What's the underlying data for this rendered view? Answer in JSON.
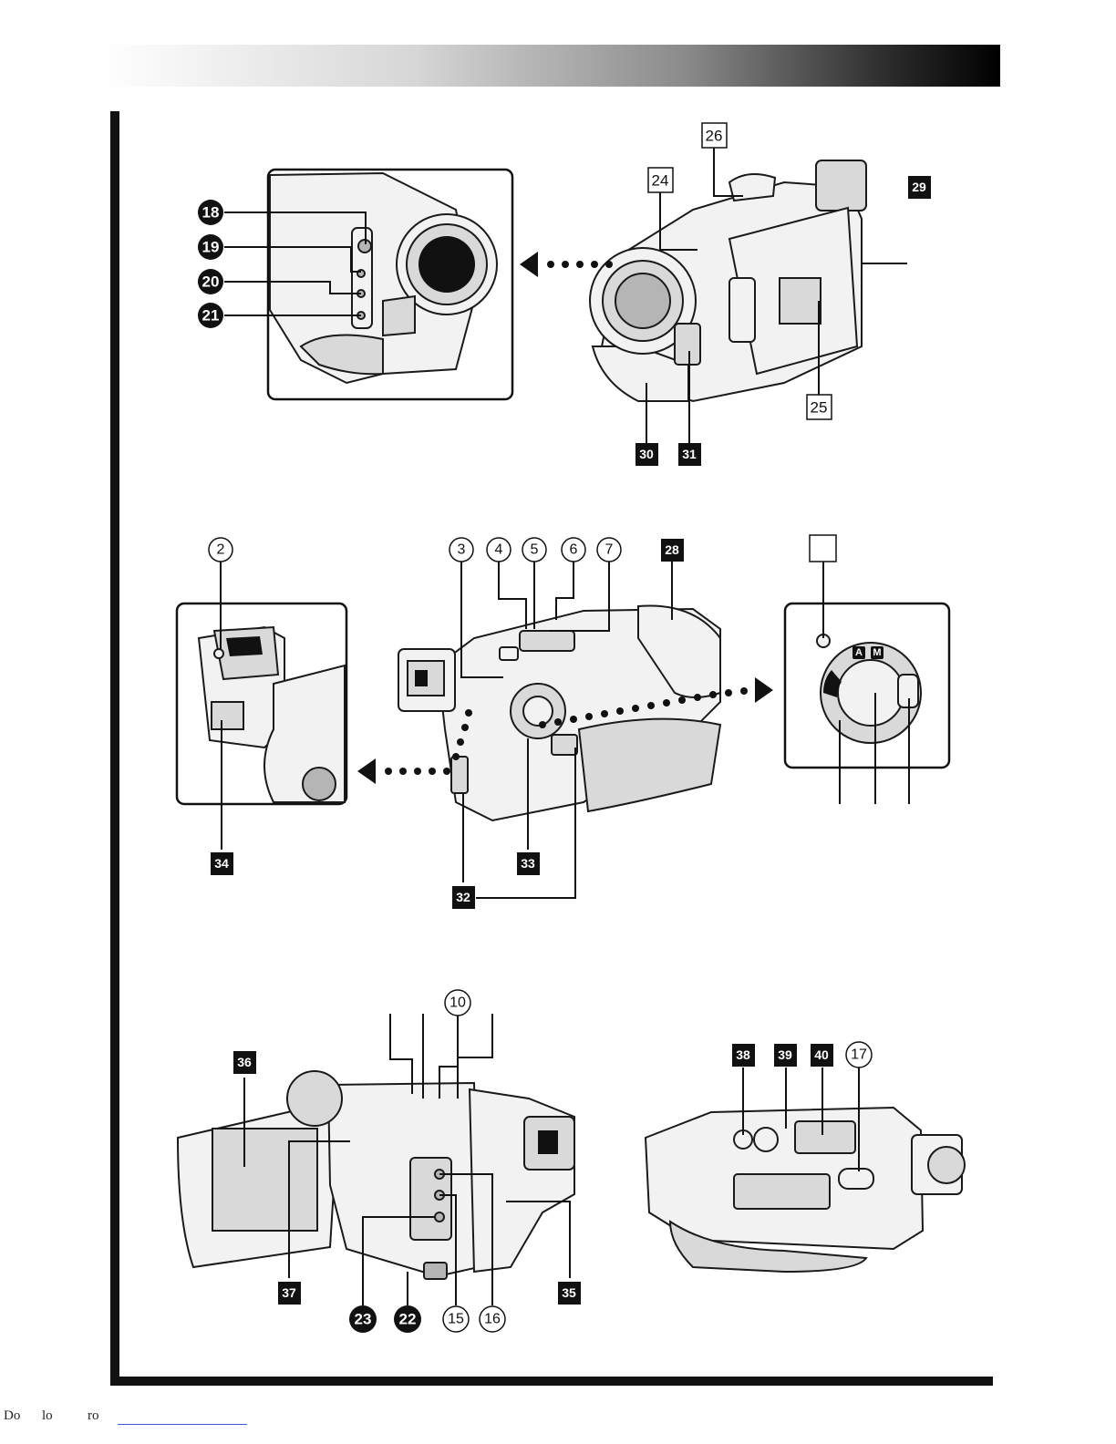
{
  "labels": {
    "c_18": "18",
    "c_19": "19",
    "c_20": "20",
    "c_21": "21",
    "c_22": "22",
    "c_23": "23",
    "s_24": "24",
    "s_25": "25",
    "s_26": "26",
    "b_28": "28",
    "b_29": "29",
    "b_30": "30",
    "b_31": "31",
    "b_32": "32",
    "b_33": "33",
    "b_34": "34",
    "b_35": "35",
    "b_36": "36",
    "b_37": "37",
    "b_38": "38",
    "b_39": "39",
    "b_40": "40",
    "o_2": "2",
    "o_3": "3",
    "o_4": "4",
    "o_5": "5",
    "o_6": "6",
    "o_7": "7",
    "o_10": "10",
    "o_15": "15",
    "o_16": "16",
    "o_17": "17",
    "dial_a": "A",
    "dial_m": "M"
  },
  "footer": {
    "text_1": "Do",
    "text_2": "lo",
    "text_3": "ro"
  }
}
